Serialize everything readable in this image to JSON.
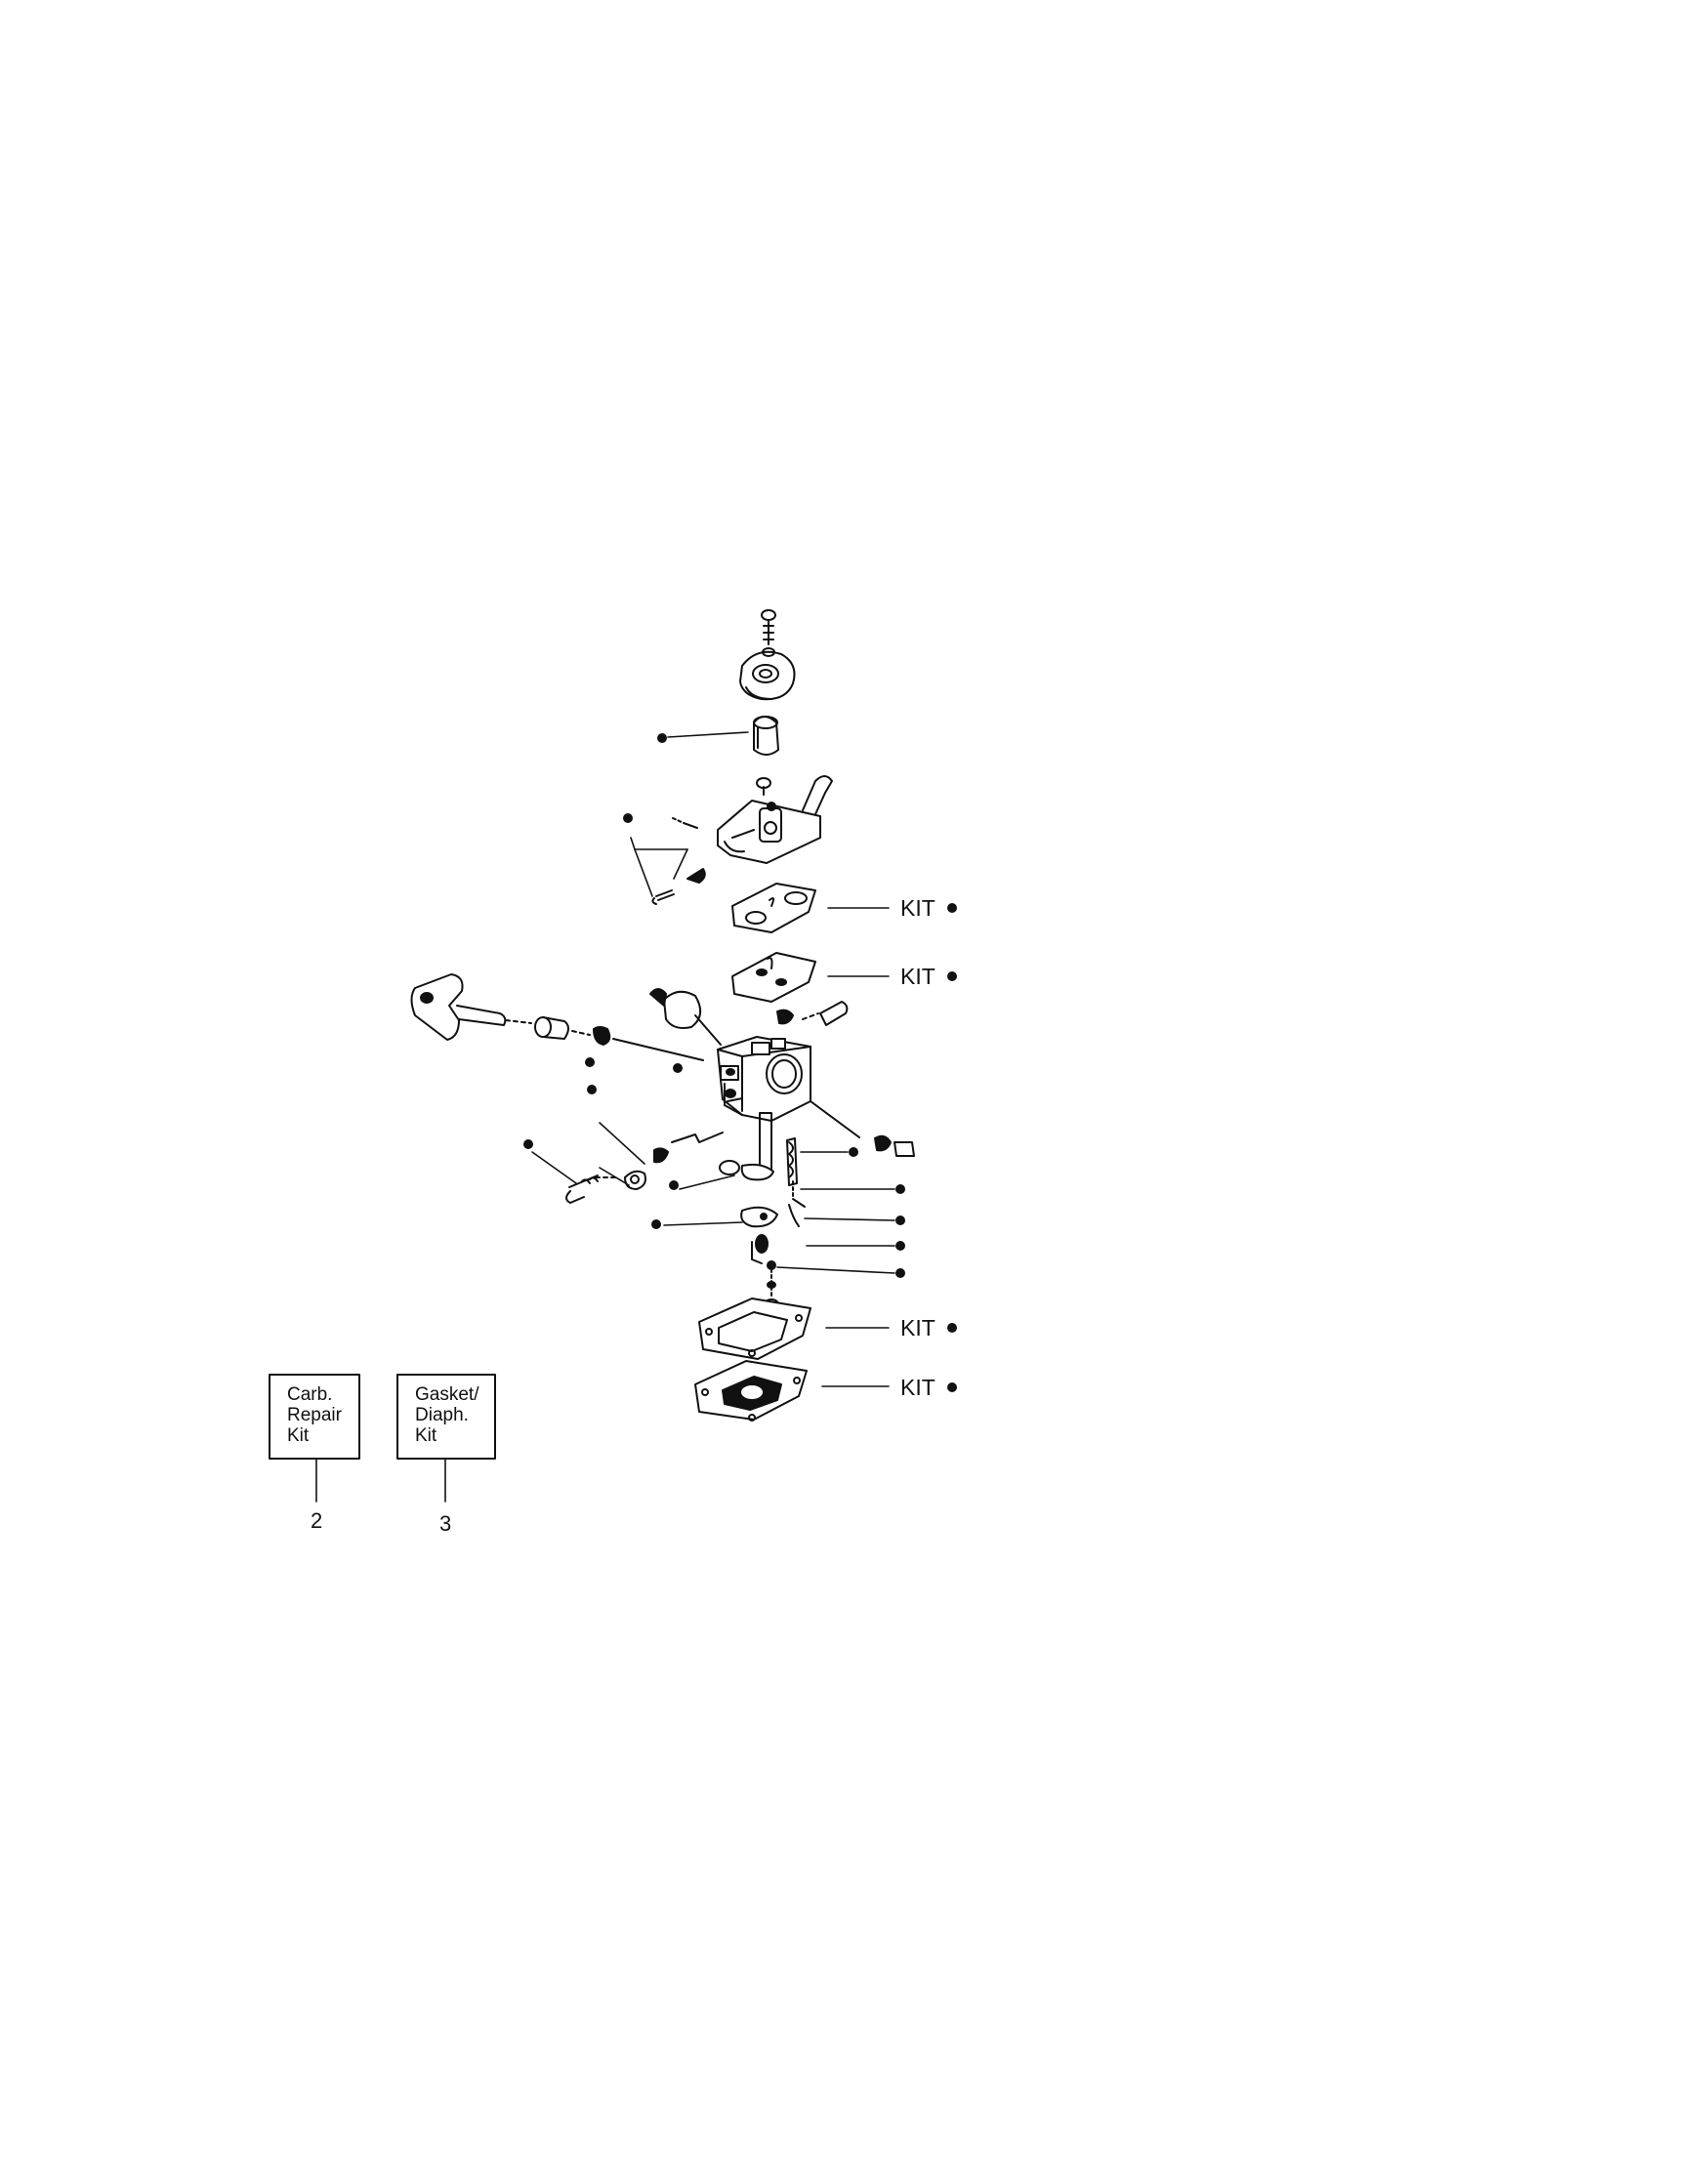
{
  "callouts": {
    "kit_label": "KIT",
    "kit_count": 4,
    "dot_count": 17
  },
  "kit_boxes": [
    {
      "label": "Carb.\nRepair\nKit",
      "ref": "2"
    },
    {
      "label": "Gasket/\nDiaph.\nKit",
      "ref": "3"
    }
  ],
  "colors": {
    "ink": "#111111",
    "background": "#ffffff"
  }
}
